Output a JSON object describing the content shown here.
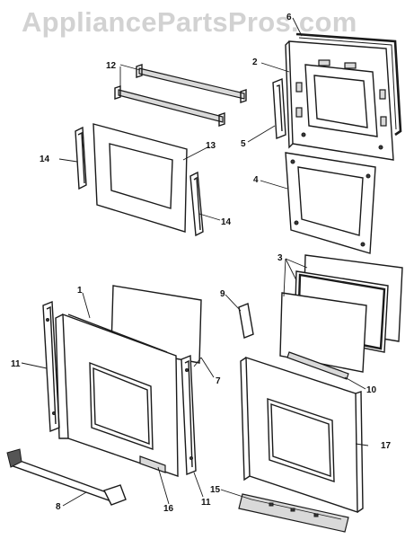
{
  "watermark": "AppliancePartsPros.com",
  "callouts": {
    "c1": "1",
    "c2": "2",
    "c3": "3",
    "c4": "4",
    "c5": "5",
    "c6": "6",
    "c7": "7",
    "c8": "8",
    "c9": "9",
    "c10": "10",
    "c11a": "11",
    "c11b": "11",
    "c12": "12",
    "c13": "13",
    "c14a": "14",
    "c14b": "14",
    "c15": "15",
    "c16": "16",
    "c17": "17"
  }
}
